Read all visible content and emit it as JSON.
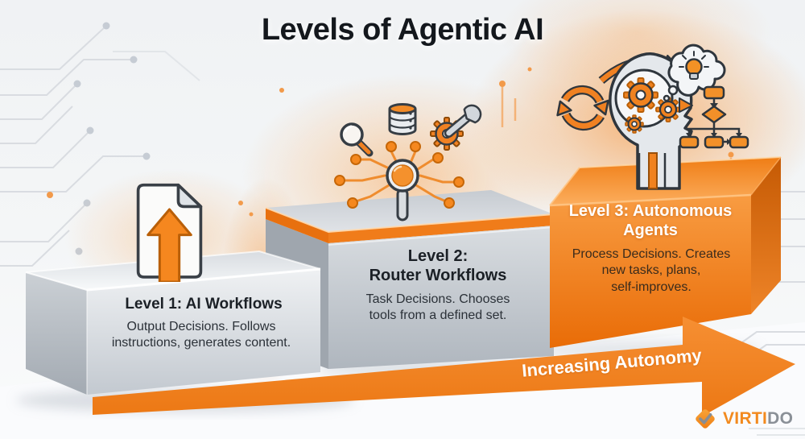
{
  "title": "Levels of Agentic AI",
  "levels": [
    {
      "name": "level-1",
      "heading": "Level 1: AI Workflows",
      "description": "Output Decisions. Follows\ninstructions, generates content.",
      "icon": "document-upload-icon"
    },
    {
      "name": "level-2",
      "heading": "Level 2:\nRouter Workflows",
      "description": "Task Decisions. Chooses\ntools from a defined set.",
      "icons": [
        "search-icon",
        "database-icon",
        "gear-wrench-icon",
        "network-search-icon"
      ]
    },
    {
      "name": "level-3",
      "heading": "Level 3: Autonomous\nAgents",
      "description": "Process Decisions. Creates\nnew tasks, plans,\nself-improves.",
      "icons": [
        "cycle-arrows-icon",
        "ai-head-gears-icon",
        "thought-bulb-icon",
        "flowchart-icon"
      ]
    }
  ],
  "arrow": {
    "label": "Increasing Autonomy"
  },
  "logo": {
    "text_primary": "VIRTI",
    "text_secondary": "DO",
    "icon": "check-diamond-icon"
  },
  "colors": {
    "accent": "#F08122",
    "accent_deep": "#E06E08",
    "box_gray": "#C7CCD3",
    "text_dark": "#1C2126",
    "background": "#F2F4F6"
  }
}
